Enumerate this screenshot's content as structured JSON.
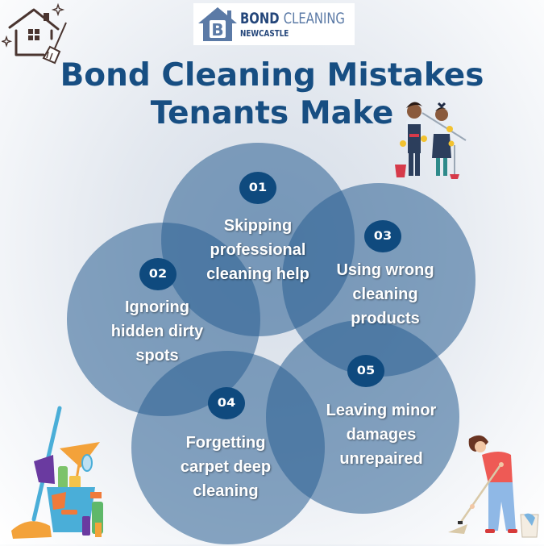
{
  "brand": {
    "logo_letter": "B",
    "name_part1": "BOND",
    "name_part2": "CLEANING",
    "location": "NEWCASTLE",
    "colors": {
      "dark_blue": "#24467a",
      "light_blue": "#5b7aa6"
    }
  },
  "header": {
    "title_line1": "Bond Cleaning Mistakes",
    "title_line2": "Tenants Make",
    "title_color": "#174e82"
  },
  "mistakes": [
    {
      "number": "01",
      "text_lines": [
        "Skipping",
        "professional",
        "cleaning help"
      ]
    },
    {
      "number": "02",
      "text_lines": [
        "Ignoring",
        "hidden dirty",
        "spots"
      ]
    },
    {
      "number": "03",
      "text_lines": [
        "Using wrong",
        "cleaning",
        "products"
      ]
    },
    {
      "number": "04",
      "text_lines": [
        "Forgetting",
        "carpet deep",
        "cleaning"
      ]
    },
    {
      "number": "05",
      "text_lines": [
        "Leaving minor",
        "damages",
        "unrepaired"
      ]
    }
  ],
  "illustrations": {
    "top_left": "house-broom-icon",
    "top_right": "cleaning-staff-illustration",
    "bottom_left": "cleaning-supplies-bucket-illustration",
    "bottom_right": "woman-mopping-illustration"
  },
  "colors": {
    "circle_fill": "rgba(41,95,145,0.55)",
    "badge_fill": "#0f4a7e",
    "text": "#ffffff"
  }
}
